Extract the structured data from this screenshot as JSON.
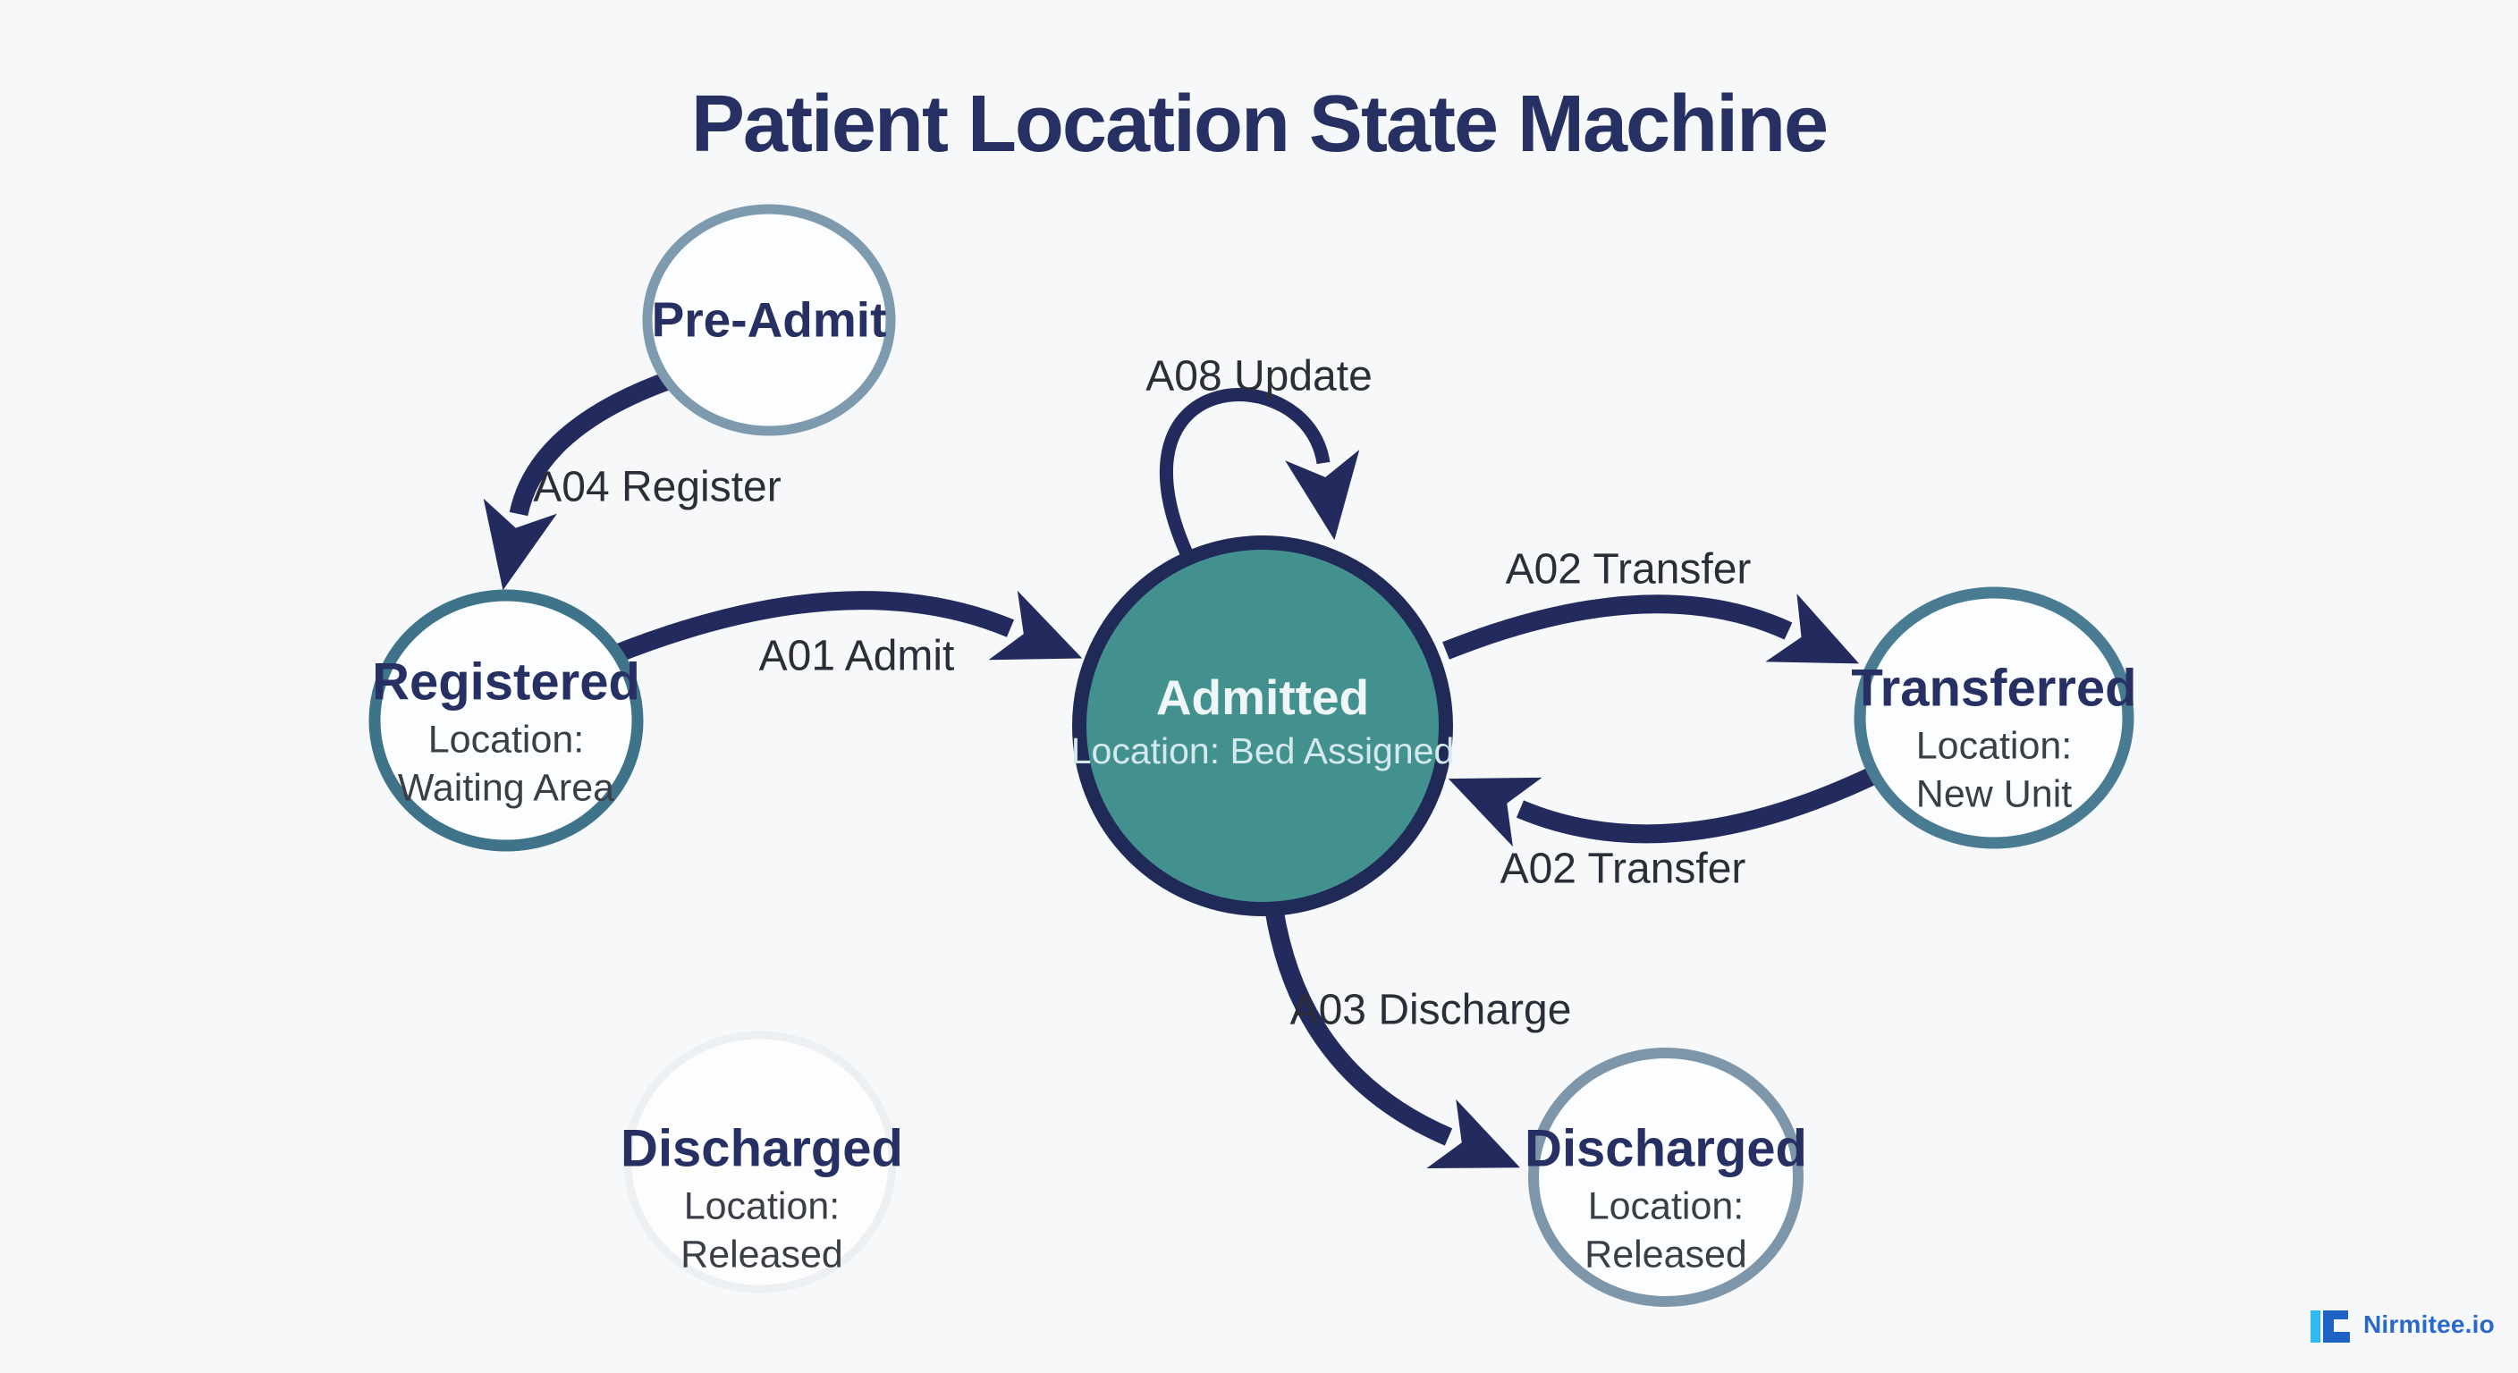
{
  "title": "Patient Location State Machine",
  "states": {
    "pre_admit": {
      "name": "Pre-Admit"
    },
    "registered": {
      "name": "Registered",
      "location_label": "Location:",
      "location_value": "Waiting Area"
    },
    "admitted": {
      "name": "Admitted",
      "location": "Location: Bed Assigned"
    },
    "transferred": {
      "name": "Transferred",
      "location_label": "Location:",
      "location_value": "New Unit"
    },
    "discharged": {
      "name": "Discharged",
      "location_label": "Location:",
      "location_value": "Released"
    },
    "discharged_ghost": {
      "name": "Discharged",
      "location_label": "Location:",
      "location_value": "Released"
    }
  },
  "transitions": {
    "register": "A04 Register",
    "admit": "A01 Admit",
    "update": "A08 Update",
    "transfer_out": "A02 Transfer",
    "transfer_back": "A02 Transfer",
    "discharge": "A03 Discharge"
  },
  "branding": {
    "logo_text": "Nirmitee.io"
  },
  "colors": {
    "background": "#f7f8fa",
    "navy": "#232b5e",
    "title-navy": "#273063",
    "teal-fill": "#42918e",
    "admitted-border": "#202a57",
    "preadmit-border": "#7e9aae",
    "registered-border": "#3e7389",
    "transferred-border": "#497b93",
    "discharged-border": "#7e96a9",
    "label-text": "#2b2e38",
    "state-light-text": "#eef6f7",
    "logo-blue": "#2a68cc",
    "logo-light": "#2eb8f4",
    "logo-dark": "#1e62c6"
  }
}
